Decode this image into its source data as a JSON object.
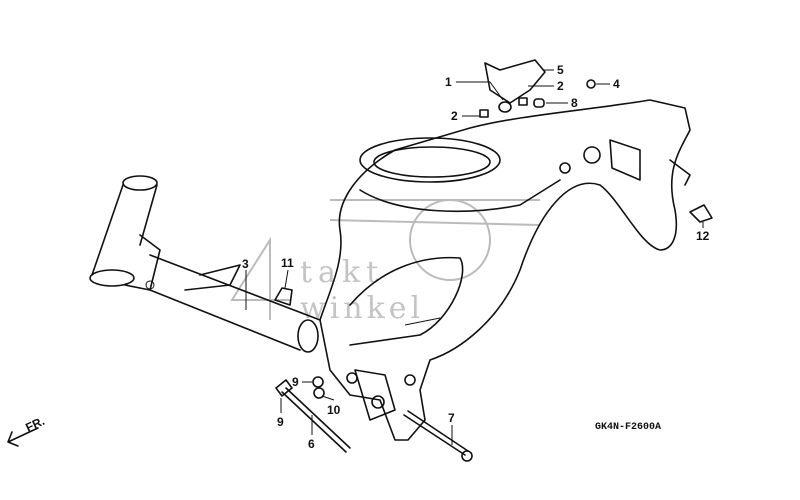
{
  "diagram": {
    "part_code": "GK4N-F2600A",
    "direction_label": "FR.",
    "watermark": "4 takt winkel",
    "callouts": [
      {
        "id": "c1",
        "label": "1"
      },
      {
        "id": "c5",
        "label": "5"
      },
      {
        "id": "c2a",
        "label": "2"
      },
      {
        "id": "c4",
        "label": "4"
      },
      {
        "id": "c8",
        "label": "8"
      },
      {
        "id": "c2b",
        "label": "2"
      },
      {
        "id": "c12",
        "label": "12"
      },
      {
        "id": "c3",
        "label": "3"
      },
      {
        "id": "c11",
        "label": "11"
      },
      {
        "id": "c9a",
        "label": "9"
      },
      {
        "id": "c10",
        "label": "10"
      },
      {
        "id": "c9b",
        "label": "9"
      },
      {
        "id": "c6",
        "label": "6"
      },
      {
        "id": "c7",
        "label": "7"
      }
    ]
  }
}
